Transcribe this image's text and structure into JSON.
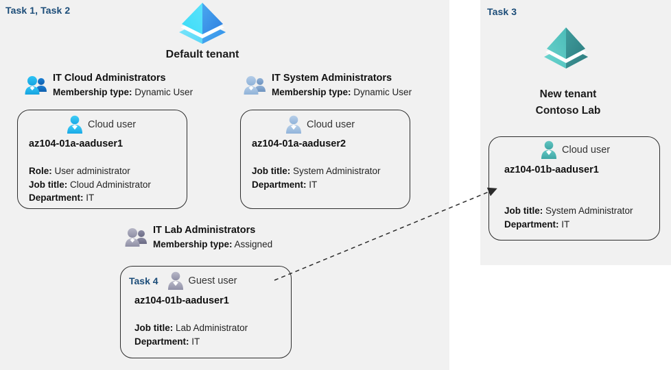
{
  "panels": {
    "default": {
      "task_label": "Task 1, Task 2",
      "bg": "#f1f1f1"
    },
    "new": {
      "task_label": "Task 3",
      "bg": "#f1f1f1"
    }
  },
  "tenants": [
    {
      "id": "default-tenant",
      "title": "Default tenant",
      "icon": "azure-ad-tenant-icon",
      "accent": "#32b5f1"
    },
    {
      "id": "new-tenant",
      "title_line1": "New  tenant",
      "title_line2": "Contoso Lab",
      "icon": "azure-ad-tenant-icon",
      "accent": "#4fb3b0"
    }
  ],
  "groups": [
    {
      "id": "it-cloud-administrators",
      "name": "IT Cloud Administrators",
      "membership_label": "Membership type:",
      "membership_value": "Dynamic User",
      "icon": "group-users-icon",
      "accent": "#1ba1e2"
    },
    {
      "id": "it-system-administrators",
      "name": "IT System Administrators",
      "membership_label": "Membership type:",
      "membership_value": "Dynamic User",
      "icon": "group-users-icon",
      "accent": "#9dbbdd"
    },
    {
      "id": "it-lab-administrators",
      "name": "IT Lab Administrators",
      "membership_label": "Membership type:",
      "membership_value": "Assigned",
      "icon": "group-users-icon",
      "accent": "#9a9aad"
    }
  ],
  "cards": [
    {
      "id": "az104-01a-aaduser1",
      "user_kind": "Cloud user",
      "user_id": "az104-01a-aaduser1",
      "icon": "cloud-user-icon",
      "props": [
        {
          "label": "Role:",
          "value": "User administrator"
        },
        {
          "label": "Job title:",
          "value": "Cloud Administrator"
        },
        {
          "label": "Department:",
          "value": "IT"
        }
      ]
    },
    {
      "id": "az104-01a-aaduser2",
      "user_kind": "Cloud user",
      "user_id": "az104-01a-aaduser2",
      "icon": "cloud-user-icon",
      "props": [
        {
          "label": "Job title:",
          "value": "System Administrator"
        },
        {
          "label": "Department:",
          "value": "IT"
        }
      ]
    },
    {
      "id": "az104-01b-aaduser1-guest",
      "task_inline": "Task 4",
      "user_kind": "Guest user",
      "user_id": "az104-01b-aaduser1",
      "icon": "guest-user-icon",
      "props": [
        {
          "label": "Job title:",
          "value": "Lab Administrator"
        },
        {
          "label": "Department:",
          "value": "IT"
        }
      ]
    },
    {
      "id": "az104-01b-aaduser1-new",
      "user_kind": "Cloud user",
      "user_id": "az104-01b-aaduser1",
      "icon": "cloud-user-icon",
      "props": [
        {
          "label": "Job title:",
          "value": "System Administrator"
        },
        {
          "label": "Department:",
          "value": "IT"
        }
      ]
    }
  ],
  "connector": {
    "name": "guest-invite-arrow",
    "style": "dashed",
    "color": "#2b2b2b"
  }
}
